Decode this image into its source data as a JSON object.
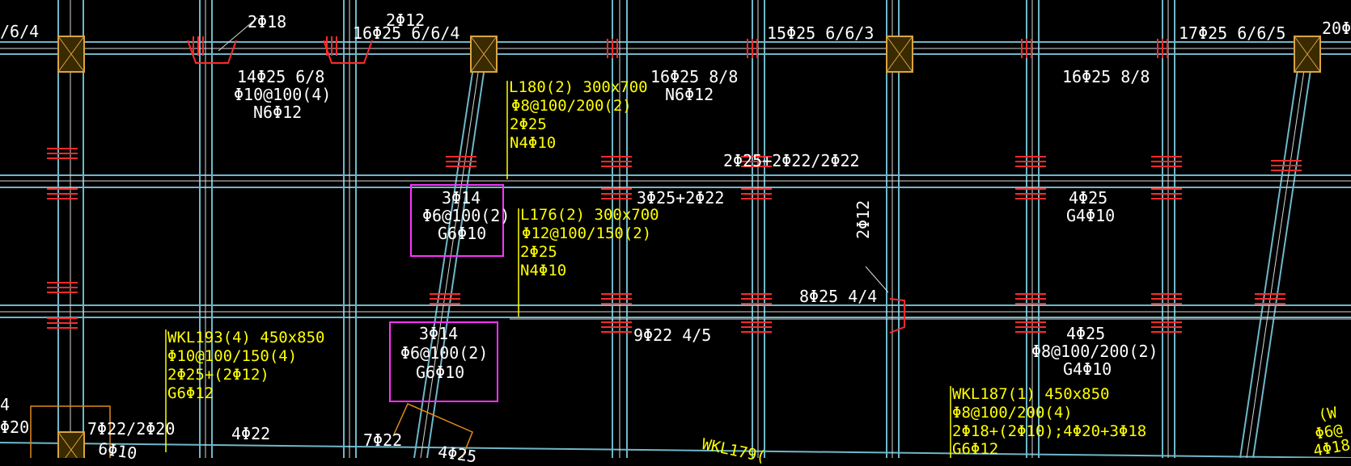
{
  "colors": {
    "background": "#000000",
    "beam_line": "#6fb7c9",
    "rebar_mark": "#ff2a2a",
    "white_text": "#ffffff",
    "yellow_text": "#ffff00",
    "column_fill": "#d9a441",
    "highlight_box": "#ff33ff",
    "pier_outline": "#e08a1e"
  },
  "labels": {
    "top_left_spacing": "/6/4",
    "top_2d18": "2Φ18",
    "top_2d12": "2Φ12",
    "beam1_top": "16Φ25 6/6/4",
    "beam2_top": "15Φ25 6/6/3",
    "beam3_top": "17Φ25 6/6/5",
    "beam4_top": "20Φ",
    "span1_bottom": "14Φ25 6/8",
    "span1_stirrup": "Φ10@100(4)",
    "span1_side": "N6Φ12",
    "span3_bottom": "16Φ25 8/8",
    "span3_side": "N6Φ12",
    "span5_bottom": "16Φ25 8/8",
    "mid_top_bars": "2Φ25+2Φ22/2Φ22",
    "mid_bars_a": "3Φ25+2Φ22",
    "mid_bars_b": "4Φ25",
    "mid_side_b": "G4Φ10",
    "vert_2d12": "2Φ12",
    "lower_top_bars": "8Φ25 4/4",
    "lower_bot_a": "9Φ22 4/5",
    "lower_bot_b": "4Φ25",
    "lower_stirrup_b": "Φ8@100/200(2)",
    "lower_side_b": "G4Φ10",
    "left_edge_1": "4",
    "left_edge_2": "Φ20",
    "bottom_a": "7Φ22/2Φ20",
    "bottom_b": "4Φ22",
    "bottom_c": "7Φ22",
    "bottom_d": "6Φ10",
    "bottom_e": "4Φ25"
  },
  "boxes": [
    {
      "bars": "3Φ14",
      "stirrup": "Φ6@100(2)",
      "side": "G6Φ10"
    },
    {
      "bars": "3Φ14",
      "stirrup": "Φ6@100(2)",
      "side": "G6Φ10"
    }
  ],
  "beams": {
    "l180": {
      "name": "L180(2) 300x700",
      "stirrup": "Φ8@100/200(2)",
      "bars": "2Φ25",
      "side": "N4Φ10"
    },
    "l176": {
      "name": "L176(2) 300x700",
      "stirrup": "Φ12@100/150(2)",
      "bars": "2Φ25",
      "side": "N4Φ10"
    },
    "wkl193": {
      "name": "WKL193(4) 450x850",
      "stirrup": "Φ10@100/150(4)",
      "bars": "2Φ25+(2Φ12)",
      "side": "G6Φ12"
    },
    "wkl187": {
      "name": "WKL187(1) 450x850",
      "stirrup": "Φ8@100/200(4)",
      "bars": "2Φ18+(2Φ10);4Φ20+3Φ18",
      "side": "G6Φ12"
    },
    "wkl_partial": {
      "name": "WKL179("
    },
    "right_partial": {
      "name": "(W",
      "stirrup": "Φ6@",
      "bars": "4Φ18"
    }
  }
}
